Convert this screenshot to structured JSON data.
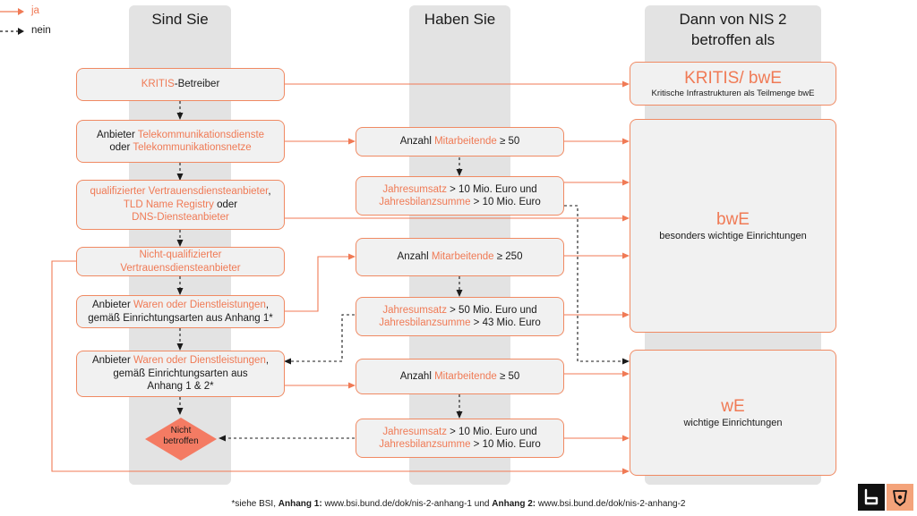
{
  "legend": {
    "yes": "ja",
    "no": "nein"
  },
  "columns": {
    "sind": "Sind Sie",
    "haben": "Haben Sie",
    "dann_line1": "Dann von NIS 2",
    "dann_line2": "betroffen als"
  },
  "left": {
    "kritis": {
      "a": "KRITIS",
      "b": "-Betreiber"
    },
    "tele": {
      "l1a": "Anbieter ",
      "l1b": "Telekommunikationsdienste",
      "l2a": "oder ",
      "l2b": "Telekommunikationsnetze"
    },
    "qual": {
      "l1": "qualifizierter Vertrauensdiensteanbieter",
      "l1c": ",",
      "l2a": "TLD Name Registry",
      "l2b": " oder",
      "l3": "DNS-Diensteanbieter"
    },
    "nichtqual": {
      "l1": "Nicht-qualifizierter",
      "l2": "Vertrauensdiensteanbieter"
    },
    "waren1": {
      "l1a": "Anbieter ",
      "l1b": "Waren oder Dienstleistungen",
      "l1c": ",",
      "l2": "gemäß Einrichtungsarten aus Anhang 1*"
    },
    "waren2": {
      "l1a": "Anbieter ",
      "l1b": "Waren oder Dienstleistungen",
      "l1c": ",",
      "l2": "gemäß Einrichtungsarten aus",
      "l3": "Anhang 1 & 2*"
    },
    "nicht": {
      "l1": "Nicht",
      "l2": "betroffen"
    }
  },
  "middle": {
    "m1": {
      "a": "Anzahl ",
      "b": "Mitarbeitende",
      "c": " ≥ 50"
    },
    "m2": {
      "l1a": "Jahresumsatz",
      "l1b": " > 10 Mio. Euro und",
      "l2a": "Jahresbilanzsumme",
      "l2b": " > 10 Mio. Euro"
    },
    "m3": {
      "a": "Anzahl ",
      "b": "Mitarbeitende",
      "c": " ≥ 250"
    },
    "m4": {
      "l1a": "Jahresumsatz",
      "l1b": " > 50 Mio. Euro und",
      "l2a": "Jahresbilanzsumme",
      "l2b": " > 43 Mio. Euro"
    },
    "m5": {
      "a": "Anzahl ",
      "b": "Mitarbeitende",
      "c": " ≥ 50"
    },
    "m6": {
      "l1a": "Jahresumsatz",
      "l1b": " > 10 Mio. Euro und",
      "l2a": "Jahresbilanzsumme",
      "l2b": " > 10 Mio. Euro"
    }
  },
  "results": {
    "kritis": {
      "title": "KRITIS/ bwE",
      "sub": "Kritische Infrastrukturen als Teilmenge bwE"
    },
    "bwe": {
      "title": "bwE",
      "sub": "besonders wichtige Einrichtungen"
    },
    "we": {
      "title": "wE",
      "sub": "wichtige Einrichtungen"
    }
  },
  "footnote": {
    "a": "*siehe BSI, ",
    "b": "Anhang 1:",
    "c": " www.bsi.bund.de/dok/nis-2-anhang-1 und ",
    "d": "Anhang 2:",
    "e": " www.bsi.bund.de/dok/nis-2-anhang-2"
  },
  "colors": {
    "accent": "#f07a55",
    "column": "#e3e3e3",
    "box": "#f1f1f1",
    "diamond": "#f47b63"
  },
  "icons": [
    "legend-solid-arrow-icon",
    "legend-dashed-arrow-icon",
    "brand-logo-icon",
    "brand-shield-logo-icon"
  ]
}
